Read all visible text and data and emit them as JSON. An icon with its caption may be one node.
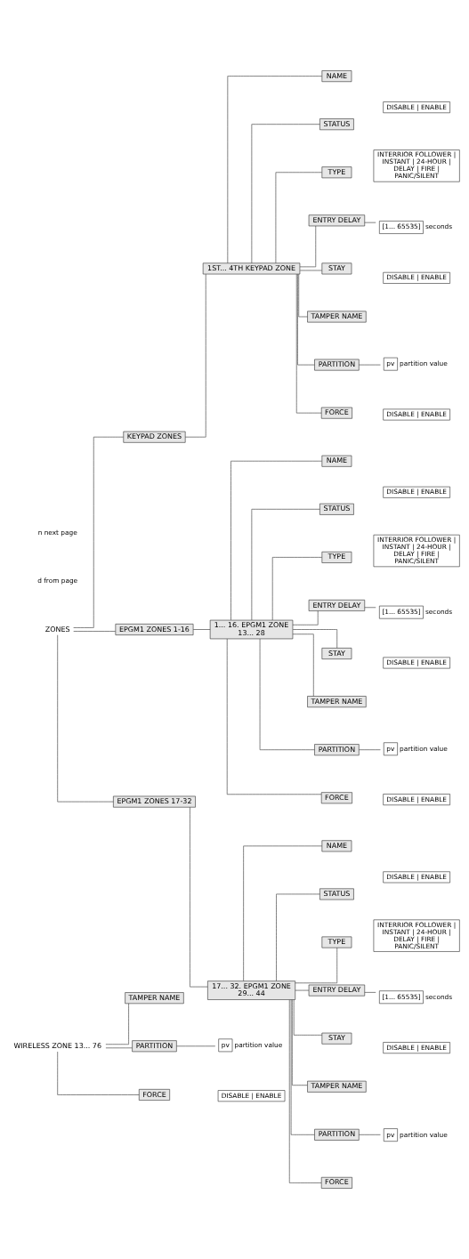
{
  "diagram": {
    "nodes": [
      {
        "text": [
          "WIRELESS ZONE 13... 76"
        ]
      },
      {
        "text": [
          "TAMPER NAME"
        ]
      },
      {
        "text": [
          "PARTITION"
        ]
      },
      {
        "text": [
          "pv"
        ],
        "beside": [
          "partition value"
        ]
      },
      {
        "text": [
          "FORCE"
        ]
      },
      {
        "text": [
          "DISABLE | ENABLE"
        ]
      },
      {
        "text": [
          "ZONES"
        ]
      },
      {
        "text": [
          "KEYPAD ZONES"
        ]
      },
      {
        "text": [
          "1ST... 4TH KEYPAD ZONE"
        ]
      },
      {
        "text": [
          "NAME"
        ]
      },
      {
        "text": [
          "STATUS"
        ]
      },
      {
        "text": [
          "DISABLE | ENABLE"
        ]
      },
      {
        "text": [
          "TYPE"
        ]
      },
      {
        "text": [
          "INTERRIOR FOLLOWER | INSTANT | 24-HOUR | DELAY | FIRE | PANIC/SILENT"
        ]
      },
      {
        "text": [
          "ENTRY DELAY"
        ]
      },
      {
        "text": [
          "[1... 65535]"
        ],
        "beside": [
          "seconds"
        ]
      },
      {
        "text": [
          "STAY"
        ]
      },
      {
        "text": [
          "DISABLE | ENABLE"
        ]
      },
      {
        "text": [
          "TAMPER NAME"
        ]
      },
      {
        "text": [
          "PARTITION"
        ]
      },
      {
        "text": [
          "pv"
        ],
        "beside": [
          "partition value"
        ]
      },
      {
        "text": [
          "FORCE"
        ]
      },
      {
        "text": [
          "DISABLE | ENABLE"
        ]
      },
      {
        "text": [
          "EPGM1 ZONES 1-16"
        ]
      },
      {
        "text": [
          "1... 16. EPGM1 ZONE 13... 28"
        ]
      },
      {
        "text": [
          "NAME"
        ]
      },
      {
        "text": [
          "STATUS"
        ]
      },
      {
        "text": [
          "DISABLE | ENABLE"
        ]
      },
      {
        "text": [
          "TYPE"
        ]
      },
      {
        "text": [
          "INTERRIOR FOLLOWER | INSTANT | 24-HOUR | DELAY | FIRE | PANIC/SILENT"
        ]
      },
      {
        "text": [
          "ENTRY DELAY"
        ]
      },
      {
        "text": [
          "[1... 65535]"
        ],
        "beside": [
          "seconds"
        ]
      },
      {
        "text": [
          "STAY"
        ]
      },
      {
        "text": [
          "DISABLE | ENABLE"
        ]
      },
      {
        "text": [
          "TAMPER NAME"
        ]
      },
      {
        "text": [
          "PARTITION"
        ]
      },
      {
        "text": [
          "pv"
        ],
        "beside": [
          "partition value"
        ]
      },
      {
        "text": [
          "FORCE"
        ]
      },
      {
        "text": [
          "DISABLE | ENABLE"
        ]
      },
      {
        "text": [
          "EPGM1 ZONES 17-32"
        ]
      },
      {
        "text": [
          "17... 32. EPGM1 ZONE 29... 44"
        ]
      },
      {
        "text": [
          "NAME"
        ]
      },
      {
        "text": [
          "STATUS"
        ]
      },
      {
        "text": [
          "DISABLE | ENABLE"
        ]
      },
      {
        "text": [
          "TYPE"
        ]
      },
      {
        "text": [
          "INTERRIOR FOLLOWER | INSTANT | 24-HOUR | DELAY | FIRE | PANIC/SILENT"
        ]
      },
      {
        "text": [
          "ENTRY DELAY"
        ]
      },
      {
        "text": [
          "[1... 65535]"
        ],
        "beside": [
          "seconds"
        ]
      },
      {
        "text": [
          "STAY"
        ]
      },
      {
        "text": [
          "DISABLE | ENABLE"
        ]
      },
      {
        "text": [
          "TAMPER NAME"
        ]
      },
      {
        "text": [
          "PARTITION"
        ]
      },
      {
        "text": [
          "pv"
        ],
        "beside": [
          "partition value"
        ]
      },
      {
        "text": [
          "FORCE"
        ]
      }
    ],
    "edges": [
      {
        "from": 0,
        "to": 1,
        "arrow": "none"
      },
      {
        "from": 0,
        "to": 2,
        "arrow": "none"
      },
      {
        "from": 2,
        "to": 3,
        "arrow": "none"
      },
      {
        "from": 0,
        "to": 4,
        "arrow": "none"
      },
      {
        "from": 6,
        "to": 7,
        "arrow": "none"
      },
      {
        "from": 7,
        "to": 8,
        "arrow": "none"
      },
      {
        "from": 8,
        "to": 9,
        "arrow": "none"
      },
      {
        "from": 8,
        "to": 10,
        "arrow": "none"
      },
      {
        "from": 8,
        "to": 12,
        "arrow": "none"
      },
      {
        "from": 8,
        "to": 14,
        "arrow": "none"
      },
      {
        "from": 14,
        "to": 15,
        "arrow": "none"
      },
      {
        "from": 8,
        "to": 16,
        "arrow": "none"
      },
      {
        "from": 8,
        "to": 18,
        "arrow": "none"
      },
      {
        "from": 8,
        "to": 19,
        "arrow": "none"
      },
      {
        "from": 19,
        "to": 20,
        "arrow": "none"
      },
      {
        "from": 8,
        "to": 21,
        "arrow": "none"
      },
      {
        "from": 6,
        "to": 23,
        "arrow": "none"
      },
      {
        "from": 23,
        "to": 24,
        "arrow": "none"
      },
      {
        "from": 24,
        "to": 25,
        "arrow": "none"
      },
      {
        "from": 24,
        "to": 26,
        "arrow": "none"
      },
      {
        "from": 24,
        "to": 28,
        "arrow": "none"
      },
      {
        "from": 24,
        "to": 30,
        "arrow": "none"
      },
      {
        "from": 30,
        "to": 31,
        "arrow": "none"
      },
      {
        "from": 24,
        "to": 32,
        "arrow": "none"
      },
      {
        "from": 24,
        "to": 34,
        "arrow": "none"
      },
      {
        "from": 24,
        "to": 35,
        "arrow": "none"
      },
      {
        "from": 35,
        "to": 36,
        "arrow": "none"
      },
      {
        "from": 24,
        "to": 37,
        "arrow": "none"
      },
      {
        "from": 6,
        "to": 39,
        "arrow": "none"
      },
      {
        "from": 39,
        "to": 40,
        "arrow": "none"
      },
      {
        "from": 40,
        "to": 41,
        "arrow": "none"
      },
      {
        "from": 40,
        "to": 42,
        "arrow": "none"
      },
      {
        "from": 40,
        "to": 44,
        "arrow": "none"
      },
      {
        "from": 40,
        "to": 46,
        "arrow": "none"
      },
      {
        "from": 46,
        "to": 47,
        "arrow": "none"
      },
      {
        "from": 40,
        "to": 48,
        "arrow": "none"
      },
      {
        "from": 40,
        "to": 50,
        "arrow": "none"
      },
      {
        "from": 40,
        "to": 51,
        "arrow": "none"
      },
      {
        "from": 51,
        "to": 52,
        "arrow": "none"
      },
      {
        "from": 40,
        "to": 53,
        "arrow": "none"
      }
    ],
    "labels": [
      "d from page",
      "n next page"
    ]
  }
}
